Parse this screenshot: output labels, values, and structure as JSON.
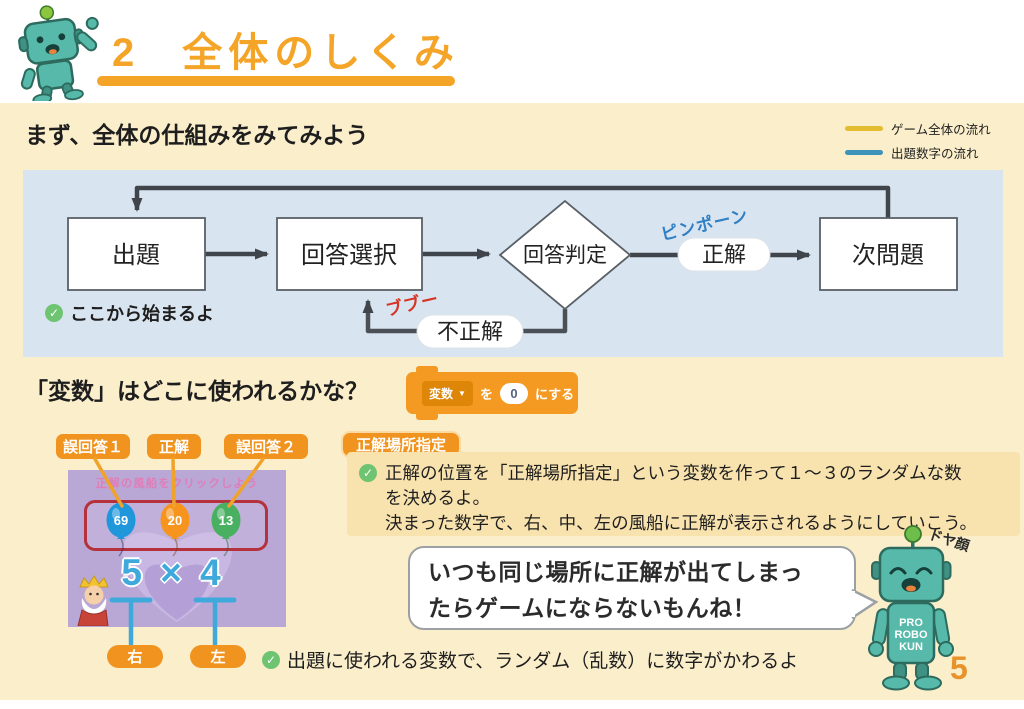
{
  "header": {
    "number": "2",
    "title": "全体のしくみ"
  },
  "intro": "まず、全体の仕組みをみてみよう",
  "legend": {
    "game_flow": "ゲーム全体の流れ",
    "game_flow_color": "#E3BC2F",
    "number_flow": "出題数字の流れ",
    "number_flow_color": "#3E93B8"
  },
  "flowchart": {
    "start": "出題",
    "select": "回答選択",
    "judge": "回答判定",
    "correct": "正解",
    "next": "次問題",
    "incorrect": "不正解",
    "sfx_correct": "ピンポーン",
    "sfx_wrong": "ブブー",
    "start_note": "ここから始まるよ"
  },
  "variables": {
    "question": "「変数」はどこに使われるかな？",
    "block": {
      "variable": "変数",
      "particle": "を",
      "value": "0",
      "suffix": "にする"
    }
  },
  "answers": {
    "wrong1": "誤回答１",
    "correct": "正解",
    "wrong2": "誤回答２"
  },
  "game": {
    "caption": "正解の風船をクリックしよう",
    "balloons": [
      {
        "value": "69",
        "color": "#2096DB"
      },
      {
        "value": "20",
        "color": "#F7941E"
      },
      {
        "value": "13",
        "color": "#49B061"
      }
    ],
    "problem": "5 × 4",
    "right": "右",
    "left": "左"
  },
  "note": "出題に使われる変数で、ランダム（乱数）に数字がかわるよ",
  "explanation": {
    "tag": "正解場所指定",
    "para1": "正解の位置を「正解場所指定」という変数を作って１～３のランダムな数",
    "para1b": "を決めるよ。",
    "para2": "決まった数字で、右、中、左の風船に正解が表示されるようにしていこう。"
  },
  "robot": {
    "speech1": "いつも同じ場所に正解が出てしまっ",
    "speech2": "たらゲームにならないもんね！",
    "mood": "ドヤ顔",
    "chest": [
      "PRO",
      "ROBO",
      "KUN"
    ]
  },
  "page": "5",
  "colors": {
    "accent_orange": "#F4A427",
    "panel_blue": "#D9E4F1",
    "background_cream": "#FBEECB",
    "explanation_tan": "#F8E3AE",
    "sfx_correct_blue": "#2F7FC4",
    "sfx_wrong_red": "#D63322",
    "check_green": "#6FC472"
  }
}
